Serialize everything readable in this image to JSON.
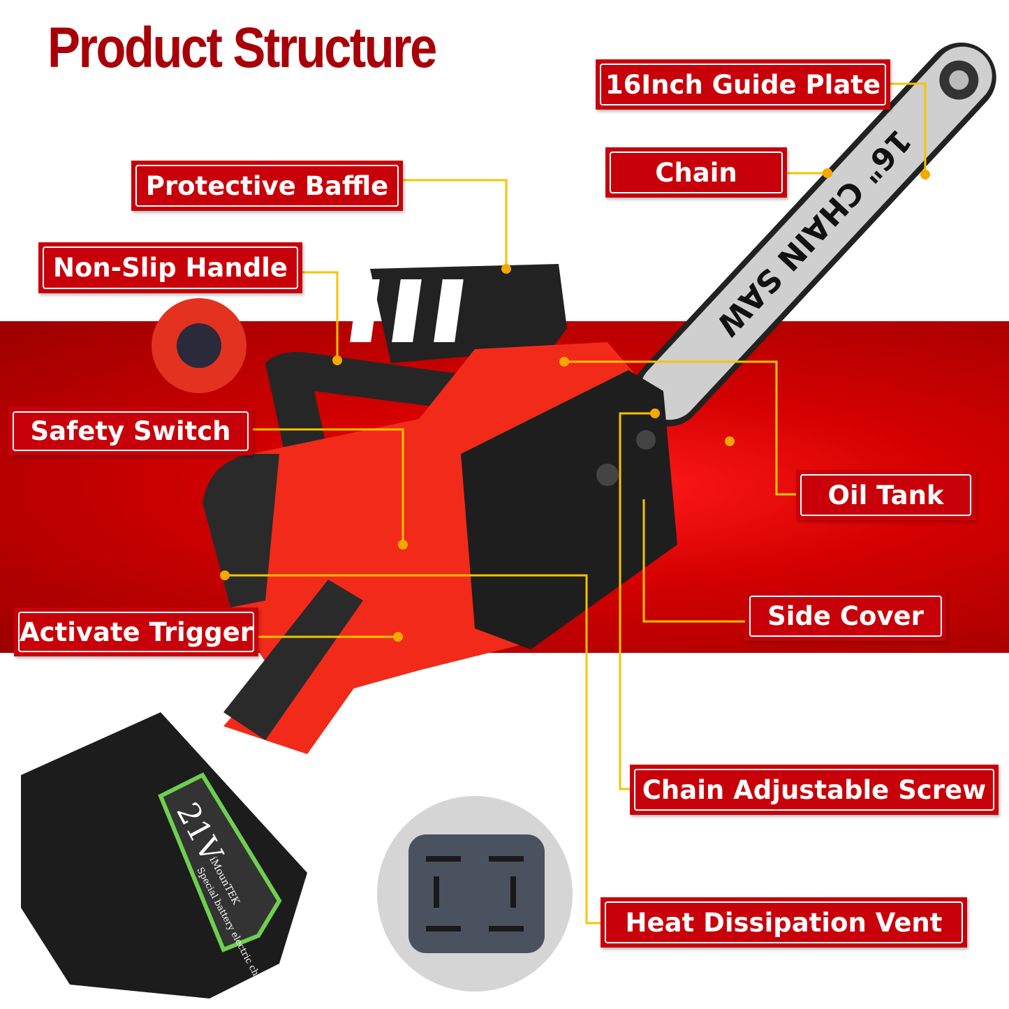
{
  "title": "Product Structure",
  "labels": {
    "guide_plate": "16Inch Guide Plate",
    "chain": "Chain",
    "protective_baffle": "Protective Baffle",
    "non_slip_handle": "Non-Slip Handle",
    "safety_switch": "Safety Switch",
    "oil_tank": "Oil Tank",
    "activate_trigger": "Activate Trigger",
    "side_cover": "Side Cover",
    "chain_adjustable_screw": "Chain Adjustable Screw",
    "heat_dissipation_vent": "Heat Dissipation Vent"
  },
  "product": {
    "bar_text": "16\" CHAIN SAW",
    "battery_voltage": "21V",
    "battery_brand": "iMounTEK",
    "battery_text": "Special battery electric chain saw"
  },
  "colors": {
    "label_bg": "#c8000a",
    "title": "#a80008",
    "leader": "#f5c400",
    "band": "#d40000"
  }
}
